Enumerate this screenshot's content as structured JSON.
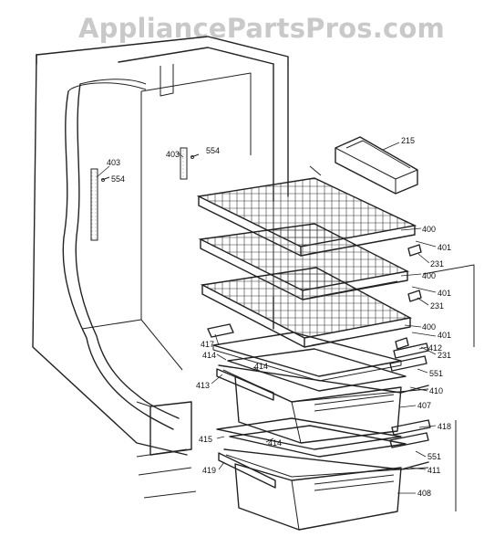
{
  "watermark": "AppliancePartsPros.com",
  "callouts": [
    "403",
    "554",
    "403",
    "554",
    "215",
    "400",
    "401",
    "231",
    "400",
    "401",
    "231",
    "400",
    "401",
    "412",
    "231",
    "417",
    "414",
    "414",
    "413",
    "551",
    "410",
    "407",
    "418",
    "415",
    "414",
    "551",
    "411",
    "419",
    "408"
  ]
}
